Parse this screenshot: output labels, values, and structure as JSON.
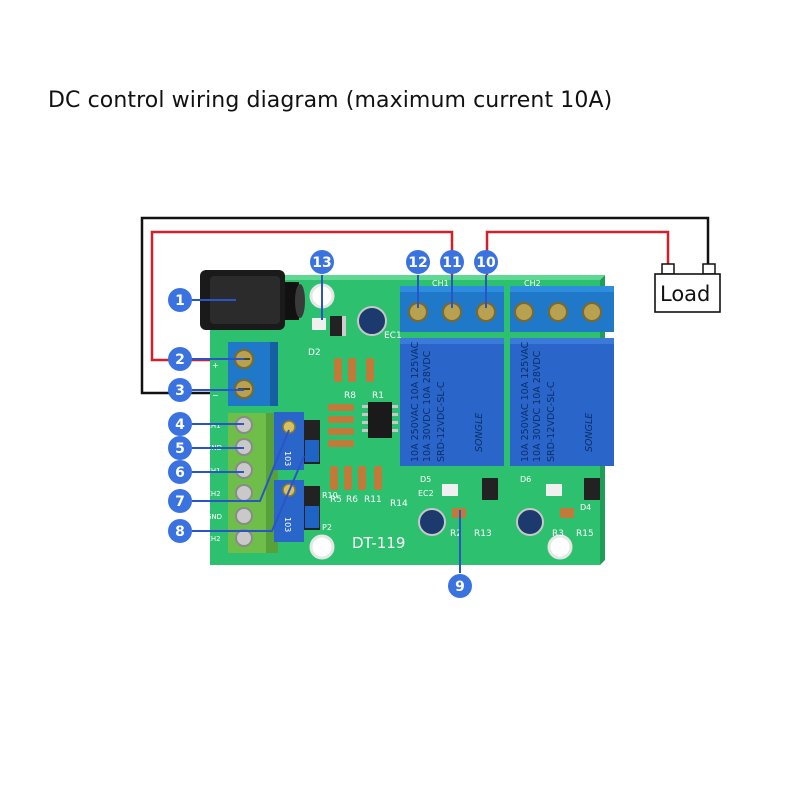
{
  "title": "DC control wiring diagram (maximum current 10A)",
  "load_label": "Load",
  "board_name": "DT-119",
  "callouts": [
    "1",
    "2",
    "3",
    "4",
    "5",
    "6",
    "7",
    "8",
    "9",
    "10",
    "11",
    "12",
    "13"
  ],
  "terminal_labels": [
    "CH1",
    "GND",
    "CH1",
    "CH2",
    "GND",
    "CH2"
  ],
  "relay_channel_labels": [
    "CH1",
    "CH2"
  ],
  "relay_brand": "SONGLE",
  "relay_lines": [
    "10A 250VAC  10A 125VAC",
    "10A 30VDC  10A 28VDC",
    "SRD-12VDC-SL-C"
  ],
  "pot_label": "103",
  "component_labels": {
    "d2": "D2",
    "r1": "R1",
    "r8": "R8",
    "ec1": "EC1",
    "r5": "R5",
    "r6": "R6",
    "r11": "R11",
    "r14": "R14",
    "r10": "R10",
    "p2": "P2",
    "ec2": "EC2",
    "d5": "D5",
    "r2": "R2",
    "r13": "R13",
    "d6": "D6",
    "r3": "R3",
    "r15": "R15",
    "d4": "D4"
  },
  "colors": {
    "board": "#2cc06f",
    "board_dark": "#1f9e58",
    "terminal_blue": "#1f78c8",
    "terminal_green": "#6fbe4a",
    "relay_blue": "#2a66c9",
    "badge": "#3a72e0",
    "wire_red": "#d0202a",
    "wire_black": "#111111"
  }
}
